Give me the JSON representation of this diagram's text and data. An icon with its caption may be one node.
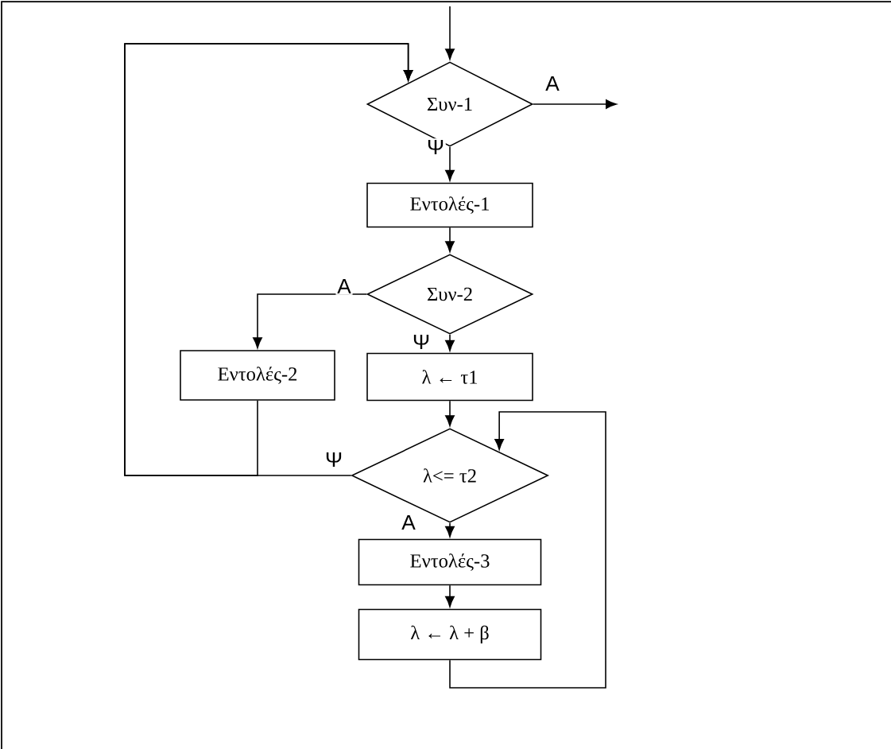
{
  "diagram": {
    "nodes": [
      {
        "text": [
          "Συν-1"
        ]
      },
      {
        "text": [
          "Εντολές-1"
        ]
      },
      {
        "text": [
          "Συν-2"
        ]
      },
      {
        "text": [
          "Εντολές-2"
        ]
      },
      {
        "text": [
          "λ ← τ1"
        ]
      },
      {
        "text": [
          "λ<= τ2"
        ]
      },
      {
        "text": [
          "Εντολές-3"
        ]
      },
      {
        "text": [
          "λ ← λ + β"
        ]
      }
    ],
    "edges": [
      {
        "from": null,
        "to": 0,
        "arrow": "to"
      },
      {
        "from": 0,
        "to": null,
        "arrow": "to",
        "label": "Α"
      },
      {
        "from": 0,
        "to": 1,
        "arrow": "to",
        "label": "Ψ"
      },
      {
        "from": 1,
        "to": 2,
        "arrow": "to"
      },
      {
        "from": 2,
        "to": 3,
        "arrow": "to",
        "label": "Α"
      },
      {
        "from": 2,
        "to": 4,
        "arrow": "to",
        "label": "Ψ"
      },
      {
        "from": 3,
        "to": 0,
        "arrow": "to"
      },
      {
        "from": 4,
        "to": 5,
        "arrow": "to"
      },
      {
        "from": 5,
        "to": 0,
        "arrow": "to",
        "label": "Ψ"
      },
      {
        "from": 5,
        "to": 6,
        "arrow": "to",
        "label": "Α"
      },
      {
        "from": 6,
        "to": 7,
        "arrow": "to"
      },
      {
        "from": 7,
        "to": 5,
        "arrow": "to"
      }
    ]
  }
}
